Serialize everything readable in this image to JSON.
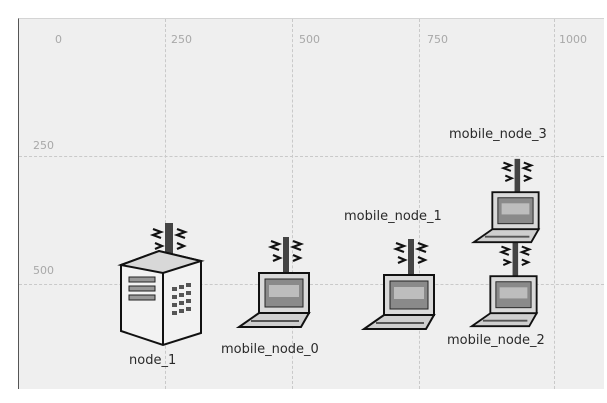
{
  "grid": {
    "x_ticks": [
      "0",
      "250",
      "500",
      "750",
      "1000"
    ],
    "y_ticks": [
      "250",
      "500"
    ]
  },
  "nodes": [
    {
      "label": "node_1",
      "type": "server",
      "icon": "wireless-server-icon"
    },
    {
      "label": "mobile_node_0",
      "type": "laptop",
      "icon": "wireless-laptop-icon"
    },
    {
      "label": "mobile_node_1",
      "type": "laptop",
      "icon": "wireless-laptop-icon"
    },
    {
      "label": "mobile_node_2",
      "type": "laptop",
      "icon": "wireless-laptop-icon"
    },
    {
      "label": "mobile_node_3",
      "type": "laptop",
      "icon": "wireless-laptop-icon"
    }
  ],
  "colors": {
    "canvas_bg": "#efefef",
    "grid_line": "#c9c9c9",
    "tick_text": "#a8a8a8",
    "label_text": "#2a2a2a"
  }
}
